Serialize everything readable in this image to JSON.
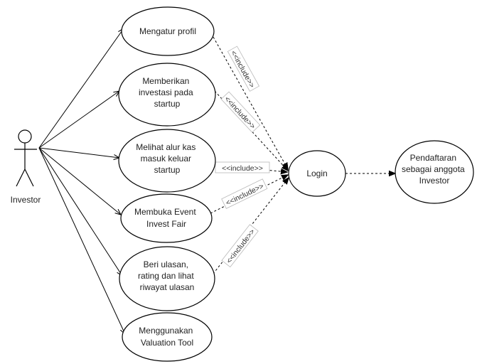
{
  "actor": {
    "name": "Investor"
  },
  "use_cases": [
    {
      "lines": [
        "Mengatur profil"
      ]
    },
    {
      "lines": [
        "Memberikan",
        "investasi pada",
        "startup"
      ]
    },
    {
      "lines": [
        "Melihat alur kas",
        "masuk keluar",
        "startup"
      ]
    },
    {
      "lines": [
        "Membuka Event",
        "Invest Fair"
      ]
    },
    {
      "lines": [
        "Beri ulasan,",
        "rating dan lihat",
        "riwayat ulasan"
      ]
    },
    {
      "lines": [
        "Menggunakan",
        "Valuation Tool"
      ]
    }
  ],
  "login": {
    "lines": [
      "Login"
    ]
  },
  "register": {
    "lines": [
      "Pendaftaran",
      "sebagai anggota",
      "Investor"
    ]
  },
  "include_labels": [
    "<<include>>",
    "<<include>>",
    "<<include>>",
    "<<include>>",
    "<<include>>"
  ]
}
